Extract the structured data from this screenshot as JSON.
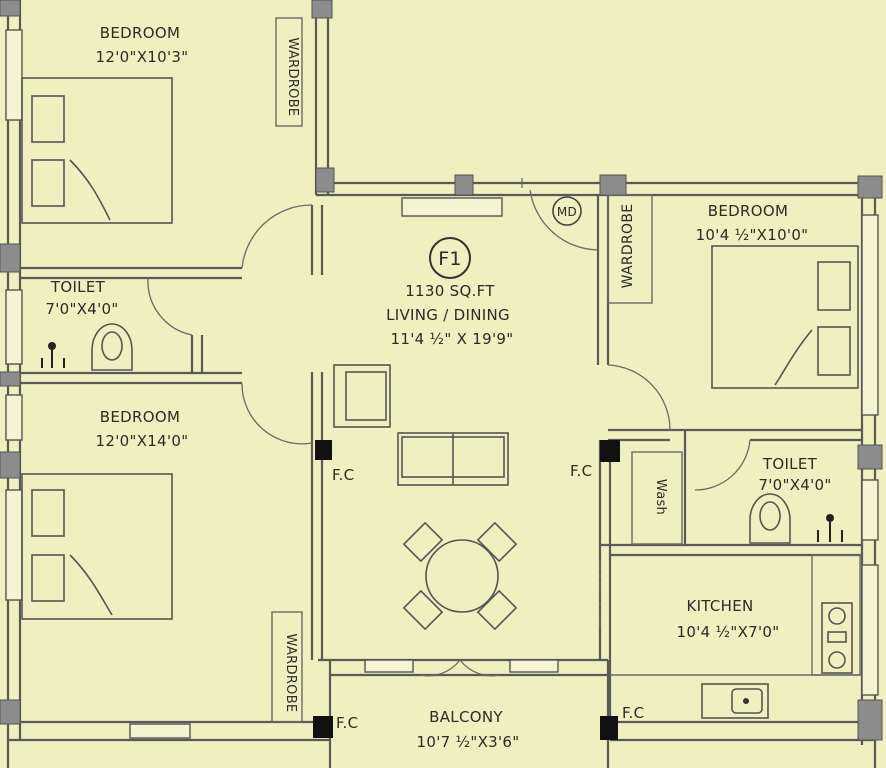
{
  "unit": {
    "id": "F1",
    "area": "1130 SQ.FT"
  },
  "rooms": {
    "bedroom_top_left": {
      "name": "BEDROOM",
      "size": "12'0\"X10'3\""
    },
    "toilet_left": {
      "name": "TOILET",
      "size": "7'0\"X4'0\""
    },
    "bedroom_bottom_left": {
      "name": "BEDROOM",
      "size": "12'0\"X14'0\""
    },
    "living_dining": {
      "name": "LIVING / DINING",
      "size": "11'4 ½\" X 19'9\""
    },
    "bedroom_right": {
      "name": "BEDROOM",
      "size": "10'4 ½\"X10'0\""
    },
    "toilet_right": {
      "name": "TOILET",
      "size": "7'0\"X4'0\""
    },
    "kitchen": {
      "name": "KITCHEN",
      "size": "10'4 ½\"X7'0\""
    },
    "balcony": {
      "name": "BALCONY",
      "size": "10'7 ½\"X3'6\""
    }
  },
  "labels": {
    "wardrobe": "WARDROBE",
    "main_door": "MD",
    "wash": "Wash",
    "fc": "F.C"
  }
}
